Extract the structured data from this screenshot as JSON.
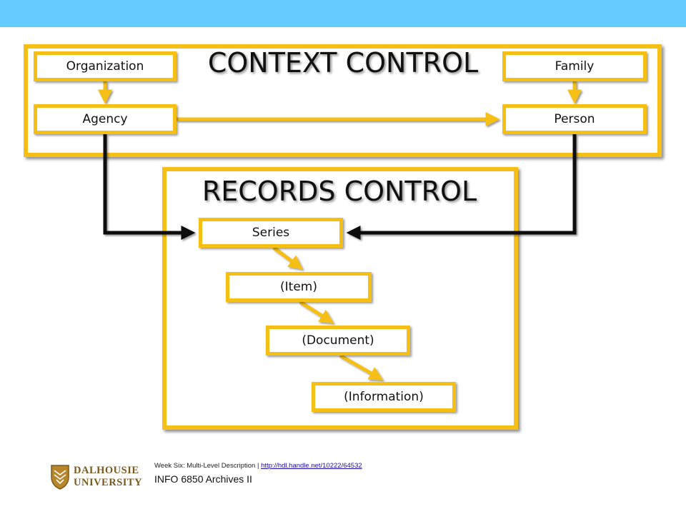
{
  "colors": {
    "header_bar": "#66ccff",
    "frame_yellow": "#f5bf16",
    "connector_black": "#111111",
    "logo_gold": "#7a5a1e"
  },
  "diagram": {
    "context_group": {
      "title": "CONTEXT CONTROL"
    },
    "records_group": {
      "title": "RECORDS CONTROL"
    },
    "nodes": {
      "organization": "Organization",
      "family": "Family",
      "agency": "Agency",
      "person": "Person",
      "series": "Series",
      "item": "(Item)",
      "document": "(Document)",
      "information": "(Information)"
    },
    "edges": [
      {
        "from": "organization",
        "to": "agency",
        "style": "yellow"
      },
      {
        "from": "family",
        "to": "person",
        "style": "yellow"
      },
      {
        "from": "agency",
        "to": "person",
        "style": "yellow"
      },
      {
        "from": "agency",
        "to": "series",
        "style": "black"
      },
      {
        "from": "person",
        "to": "series",
        "style": "black"
      },
      {
        "from": "series",
        "to": "item",
        "style": "yellow"
      },
      {
        "from": "item",
        "to": "document",
        "style": "yellow"
      },
      {
        "from": "document",
        "to": "information",
        "style": "yellow"
      }
    ]
  },
  "footer": {
    "citation_prefix": "Week Six: Multi-Level Description | ",
    "citation_link": "http://hdl.handle.net/10222/64532",
    "course": "INFO 6850 Archives II",
    "logo_line1": "DALHOUSIE",
    "logo_line2": "UNIVERSITY",
    "logo_icon": "dalhousie-crest-icon"
  }
}
